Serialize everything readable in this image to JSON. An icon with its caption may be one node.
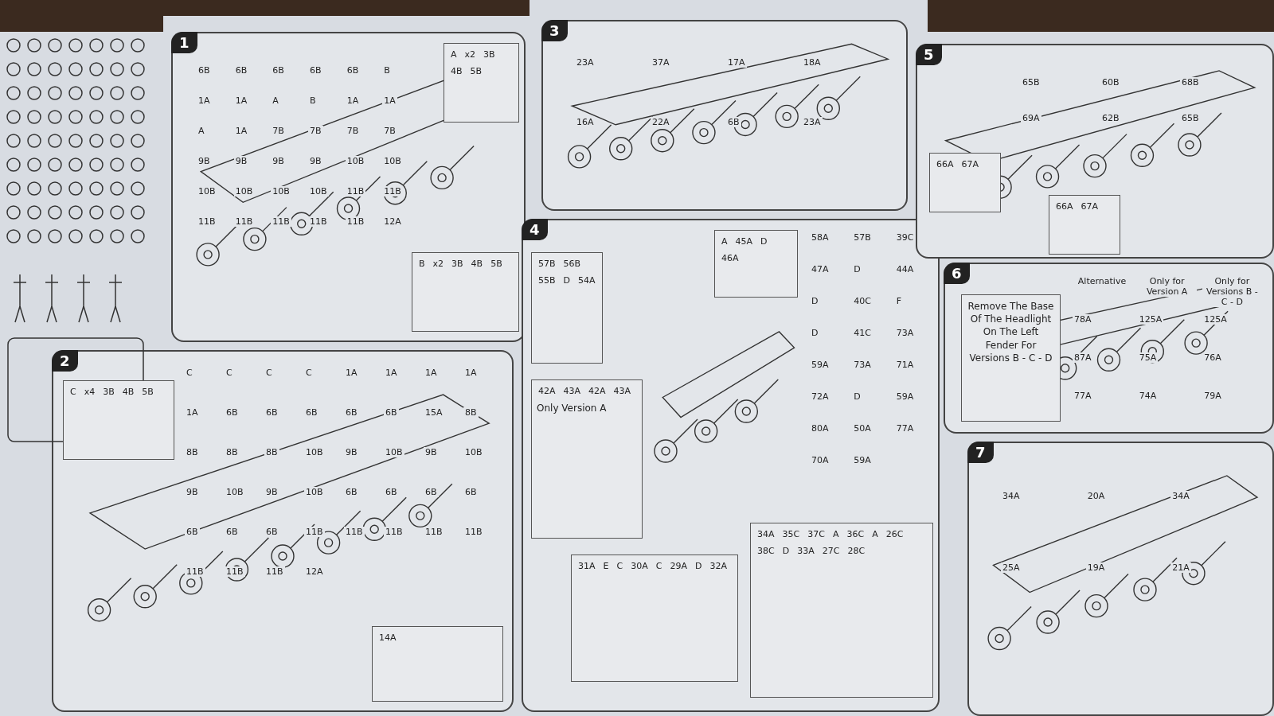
{
  "diagram": {
    "nodes": [
      {
        "text": [
          "1"
        ]
      },
      {
        "text": [
          "A",
          "x2",
          "3B",
          "4B",
          "5B"
        ],
        "in": 0
      },
      {
        "text": [
          "B",
          "x2",
          "3B",
          "4B",
          "5B"
        ],
        "in": 0
      },
      {
        "text": [
          "2"
        ]
      },
      {
        "text": [
          "C",
          "x4",
          "3B",
          "4B",
          "5B"
        ],
        "in": 3
      },
      {
        "text": [
          "14A"
        ],
        "in": 3
      },
      {
        "text": [
          "3"
        ]
      },
      {
        "text": [
          "4"
        ]
      },
      {
        "text": [
          "57B",
          "56B",
          "55B",
          "D",
          "54A"
        ],
        "in": 7
      },
      {
        "text": [
          "A",
          "45A",
          "D",
          "46A"
        ],
        "in": 7
      },
      {
        "text": [
          "42A",
          "43A",
          "42A",
          "43A",
          "Only Version A"
        ],
        "in": 7
      },
      {
        "text": [
          "31A",
          "E",
          "C",
          "30A",
          "C",
          "29A",
          "D",
          "32A"
        ],
        "in": 7
      },
      {
        "text": [
          "34A",
          "35C",
          "37C",
          "A",
          "36C",
          "A",
          "26C",
          "38C",
          "D",
          "33A",
          "27C",
          "28C"
        ],
        "in": 7
      },
      {
        "text": [
          "5"
        ]
      },
      {
        "text": [
          "66A",
          "67A"
        ],
        "in": 13
      },
      {
        "text": [
          "66A",
          "67A"
        ],
        "in": 13
      },
      {
        "text": [
          "6"
        ]
      },
      {
        "text": [
          "Remove The Base Of The Headlight On The Left Fender For Versions B - C - D"
        ],
        "in": 16
      },
      {
        "text": [
          "7"
        ]
      }
    ],
    "labels": [
      "6B",
      "6B",
      "6B",
      "6B",
      "6B",
      "B",
      "1A",
      "1A",
      "A",
      "B",
      "1A",
      "1A",
      "A",
      "1A",
      "7B",
      "7B",
      "7B",
      "7B",
      "9B",
      "9B",
      "9B",
      "9B",
      "10B",
      "10B",
      "10B",
      "10B",
      "10B",
      "10B",
      "11B",
      "11B",
      "11B",
      "11B",
      "11B",
      "11B",
      "11B",
      "12A",
      "C",
      "C",
      "C",
      "C",
      "1A",
      "1A",
      "1A",
      "1A",
      "1A",
      "6B",
      "6B",
      "6B",
      "6B",
      "6B",
      "15A",
      "8B",
      "8B",
      "8B",
      "8B",
      "10B",
      "9B",
      "10B",
      "9B",
      "10B",
      "9B",
      "10B",
      "9B",
      "10B",
      "6B",
      "6B",
      "6B",
      "6B",
      "6B",
      "6B",
      "6B",
      "11B",
      "11B",
      "11B",
      "11B",
      "11B",
      "11B",
      "11B",
      "11B",
      "12A",
      "23A",
      "37A",
      "17A",
      "18A",
      "16A",
      "22A",
      "6B",
      "23A",
      "58A",
      "57B",
      "39C",
      "47A",
      "D",
      "44A",
      "D",
      "40C",
      "F",
      "D",
      "41C",
      "73A",
      "59A",
      "73A",
      "71A",
      "72A",
      "D",
      "59A",
      "80A",
      "50A",
      "77A",
      "70A",
      "59A",
      "65B",
      "60B",
      "68B",
      "69A",
      "62B",
      "65B",
      "Alternative",
      "Only for Version A",
      "Only for Versions B - C - D",
      "78A",
      "125A",
      "125A",
      "87A",
      "75A",
      "76A",
      "77A",
      "74A",
      "79A",
      "34A",
      "20A",
      "34A",
      "25A",
      "19A",
      "21A"
    ]
  }
}
